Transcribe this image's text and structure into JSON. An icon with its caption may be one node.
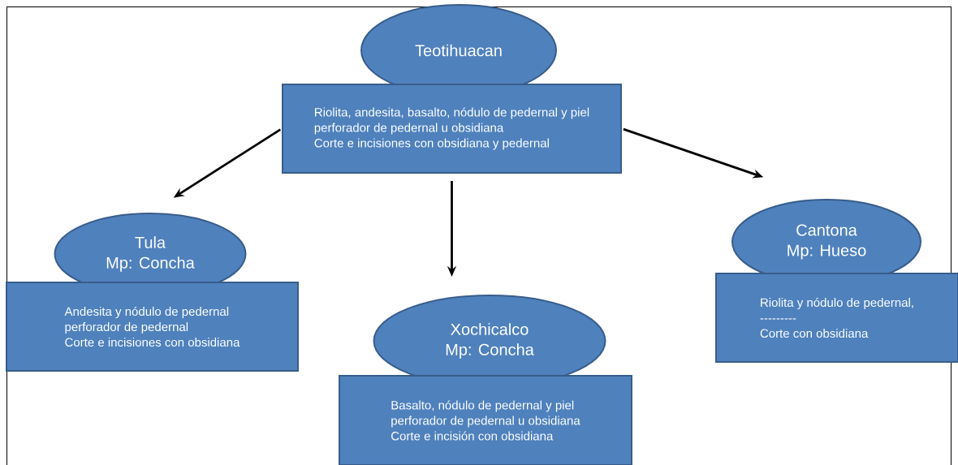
{
  "diagram": {
    "nodes": [
      {
        "text": [
          "Teotihuacan"
        ]
      },
      {
        "text": [
          "Riolita, andesita, basalto, nódulo de pedernal y piel",
          "perforador de pedernal u obsidiana",
          "Corte e incisiones con obsidiana y pedernal"
        ]
      },
      {
        "text": [
          "Tula",
          "Mp: Concha"
        ]
      },
      {
        "text": [
          "Andesita  y nódulo de pedernal",
          "perforador de pedernal",
          "Corte e incisiones con obsidiana"
        ]
      },
      {
        "text": [
          "Cantona",
          "Mp: Hueso"
        ]
      },
      {
        "text": [
          "Riolita y nódulo de pedernal,",
          "---------",
          "Corte con obsidiana"
        ]
      },
      {
        "text": [
          "Xochicalco",
          "Mp: Concha"
        ]
      },
      {
        "text": [
          "Basalto, nódulo de pedernal y piel",
          "perforador de pedernal u obsidiana",
          "Corte e incisión con obsidiana"
        ]
      }
    ],
    "edges": [
      {
        "from": 1,
        "to": 2,
        "arrow": "to"
      },
      {
        "from": 1,
        "to": 6,
        "arrow": "to"
      },
      {
        "from": 1,
        "to": 4,
        "arrow": "to"
      }
    ]
  }
}
